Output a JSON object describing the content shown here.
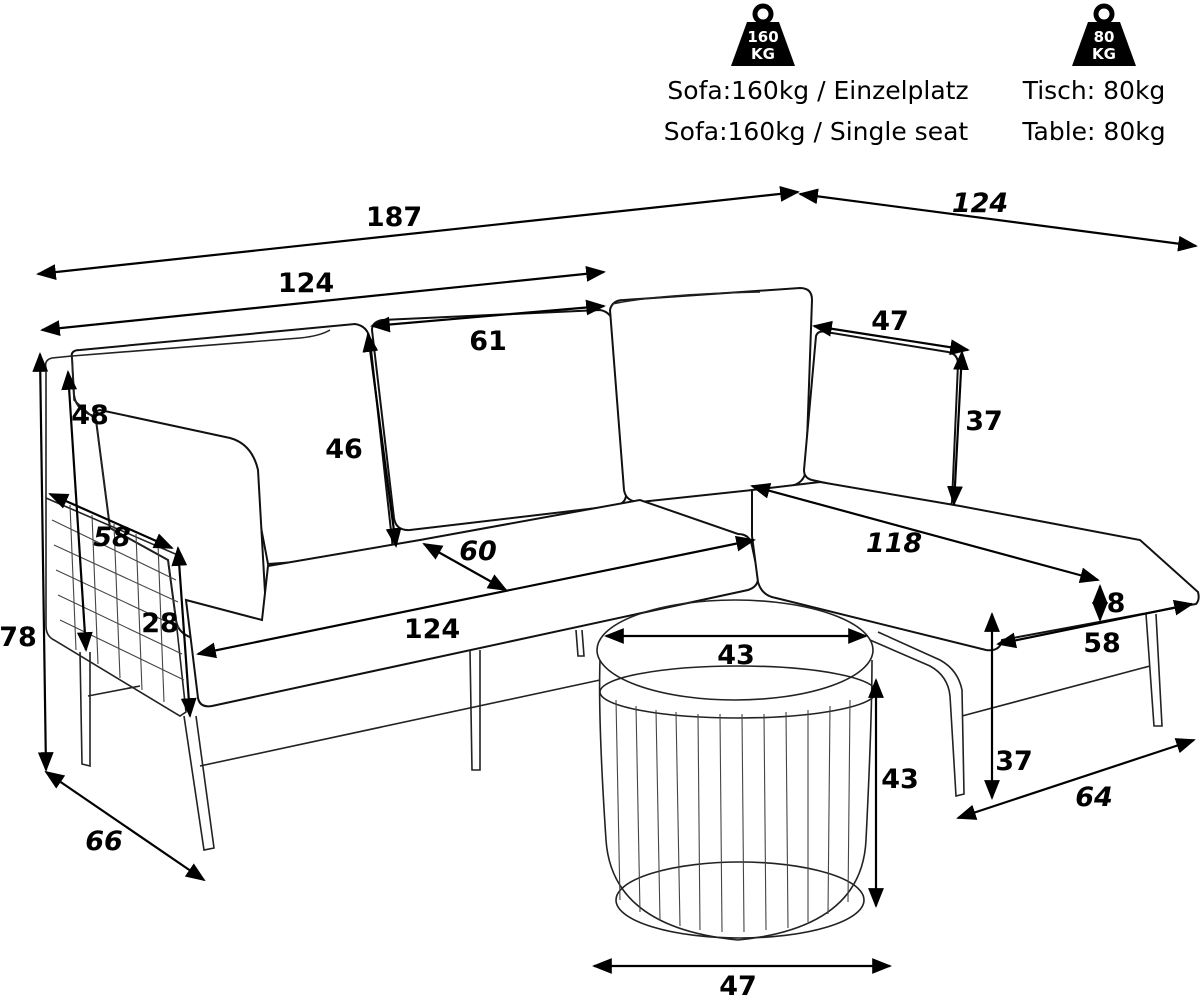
{
  "weights": {
    "sofa": {
      "badge_top": "160",
      "badge_bottom": "KG",
      "line_de": "Sofa:160kg / Einzelplatz",
      "line_en": "Sofa:160kg / Single seat"
    },
    "table": {
      "badge_top": "80",
      "badge_bottom": "KG",
      "line_de": "Tisch: 80kg",
      "line_en": "Table: 80kg"
    }
  },
  "dimensions": {
    "total_width": "187",
    "chaise_length_top": "124",
    "sofa_width": "124",
    "cushion_width": "61",
    "pillow_width": "47",
    "back_height": "48",
    "cushion_height": "46",
    "pillow_height": "37",
    "arm_depth": "58",
    "seat_depth": "60",
    "chaise_inner": "118",
    "arm_height": "28",
    "total_height": "78",
    "seat_width": "124",
    "seat_thickness": "8",
    "chaise_width": "58",
    "table_top": "43",
    "table_height": "43",
    "seat_height": "37",
    "chaise_depth": "64",
    "sofa_depth": "66",
    "table_base": "47"
  },
  "colors": {
    "ink": "#000000",
    "background": "#ffffff"
  }
}
